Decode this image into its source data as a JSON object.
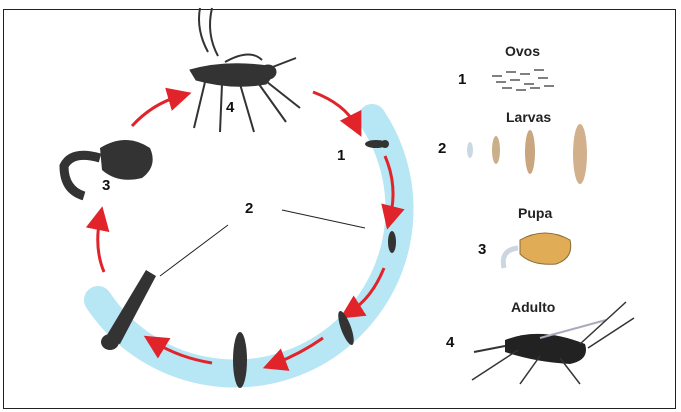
{
  "diagram": {
    "cycle_labels": [
      "1",
      "2",
      "3",
      "4"
    ],
    "pointer_label": "2"
  },
  "legend": [
    {
      "number": "1",
      "label": "Ovos"
    },
    {
      "number": "2",
      "label": "Larvas"
    },
    {
      "number": "3",
      "label": "Pupa"
    },
    {
      "number": "4",
      "label": "Adulto"
    }
  ],
  "colors": {
    "cycle_band": "#b7e6f4",
    "arrow": "#e0242a",
    "silhouette": "#333333"
  }
}
